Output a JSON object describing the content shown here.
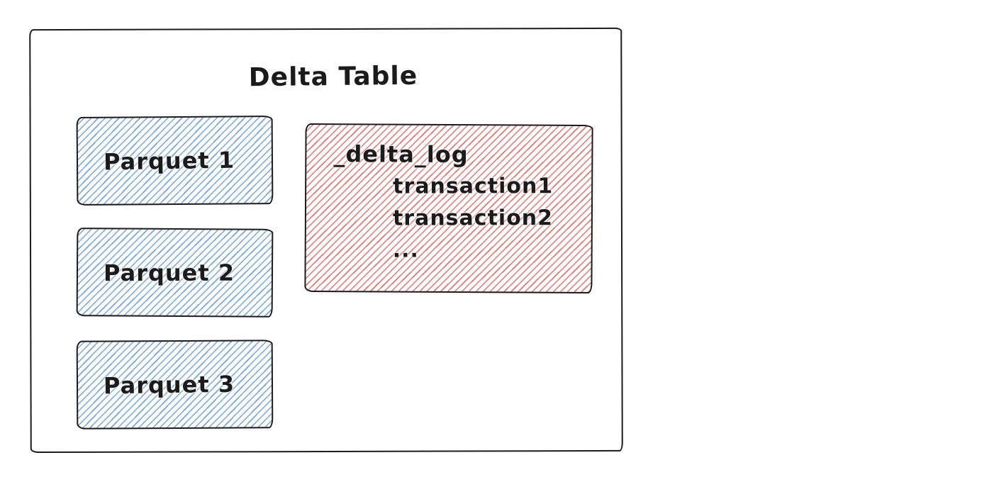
{
  "diagram": {
    "title": "Delta Table",
    "parquet_files": [
      {
        "label": "Parquet 1"
      },
      {
        "label": "Parquet 2"
      },
      {
        "label": "Parquet 3"
      }
    ],
    "delta_log": {
      "label": "_delta_log",
      "entries": [
        "transaction1",
        "transaction2",
        "..."
      ]
    },
    "colors": {
      "parquet_hatch": "#74a7d8",
      "delta_log_hatch": "#e2756e",
      "ink": "#1b1b1b"
    }
  }
}
